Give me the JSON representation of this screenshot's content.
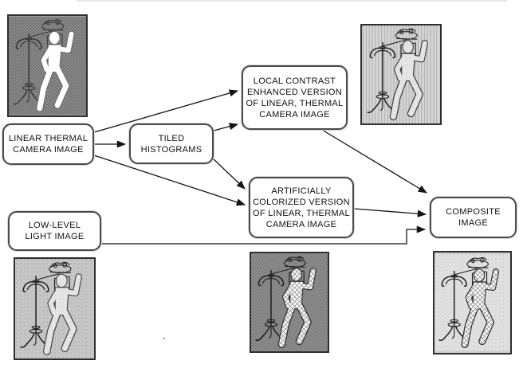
{
  "diagram": {
    "type": "flowchart",
    "boxes": [
      {
        "id": "linear-thermal-camera-image",
        "label": "LINEAR THERMAL\nCAMERA IMAGE"
      },
      {
        "id": "tiled-histograms",
        "label": "TILED\nHISTOGRAMS"
      },
      {
        "id": "local-contrast-enhanced",
        "label": "LOCAL CONTRAST\nENHANCED VERSION\nOF LINEAR, THERMAL\nCAMERA IMAGE"
      },
      {
        "id": "artificially-colorized",
        "label": "ARTIFICIALLY\nCOLORIZED VERSION\nOF LINEAR, THERMAL\nCAMERA IMAGE"
      },
      {
        "id": "low-level-light-image",
        "label": "LOW-LEVEL\nLIGHT IMAGE"
      },
      {
        "id": "composite-image",
        "label": "COMPOSITE\nIMAGE"
      }
    ],
    "connections": [
      {
        "from": "linear-thermal-camera-image",
        "to": "local-contrast-enhanced"
      },
      {
        "from": "linear-thermal-camera-image",
        "to": "tiled-histograms"
      },
      {
        "from": "linear-thermal-camera-image",
        "to": "artificially-colorized"
      },
      {
        "from": "tiled-histograms",
        "to": "local-contrast-enhanced"
      },
      {
        "from": "tiled-histograms",
        "to": "artificially-colorized"
      },
      {
        "from": "local-contrast-enhanced",
        "to": "composite-image"
      },
      {
        "from": "artificially-colorized",
        "to": "composite-image"
      },
      {
        "from": "low-level-light-image",
        "to": "composite-image"
      }
    ],
    "figures": [
      {
        "id": "thermal-figure",
        "position": "top-left",
        "depicts": "white-hot person silhouette beside coat rack on dark crosshatched background"
      },
      {
        "id": "enhanced-figure",
        "position": "top-right",
        "depicts": "stippled person beside coat rack on pale vertically striped background"
      },
      {
        "id": "low-level-light-figure",
        "position": "bottom-left",
        "depicts": "outlined person beside coat rack on gray stippled background"
      },
      {
        "id": "colorized-figure",
        "position": "bottom-center",
        "depicts": "diamond-hatched person beside coat rack on dark gray checkered background"
      },
      {
        "id": "composite-figure",
        "position": "bottom-right",
        "depicts": "diamond-hatched person beside coat rack on light stippled background"
      }
    ],
    "colors": {
      "line": "#141414",
      "box_border": "#4a4a4a",
      "box_fill": "#ffffff",
      "text": "#111111",
      "page_background": "#ffffff"
    }
  }
}
